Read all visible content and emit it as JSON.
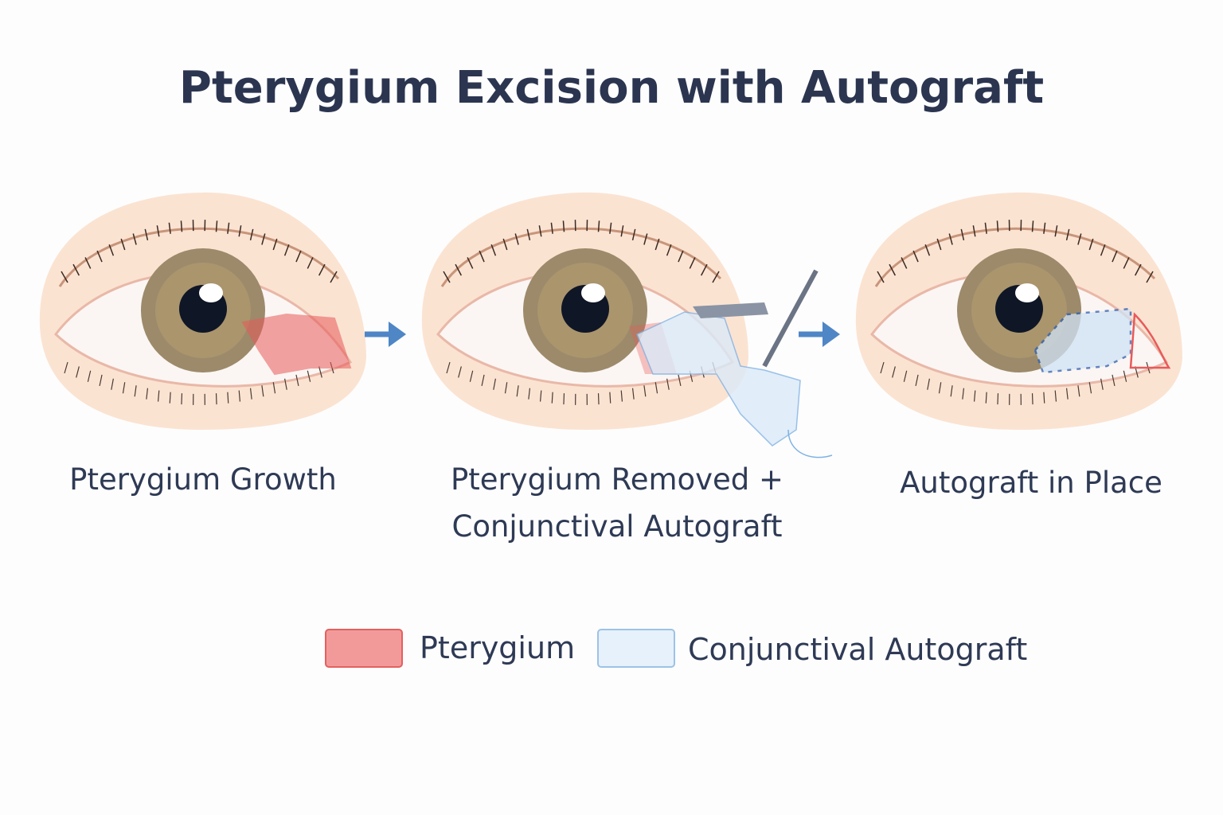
{
  "title": "Pterygium Excision with Autograft",
  "steps": [
    {
      "label": "Pterygium Growth"
    },
    {
      "label_line1": "Pterygium Removed +",
      "label_line2": "Conjunctival Autograft"
    },
    {
      "label": "Autograft in Place"
    }
  ],
  "legend": [
    {
      "label": "Pterygium",
      "color": "#f29a9a",
      "border": "#e46060"
    },
    {
      "label": "Conjunctival Autograft",
      "color": "#e6f1fb",
      "border": "#9cc3e6"
    }
  ],
  "colors": {
    "arrow": "#4f86c6",
    "skin": "#fbe3d2",
    "iris": "#9c8a6a",
    "pterygium": "#e85a5a",
    "graft": "#7fb2e5"
  }
}
